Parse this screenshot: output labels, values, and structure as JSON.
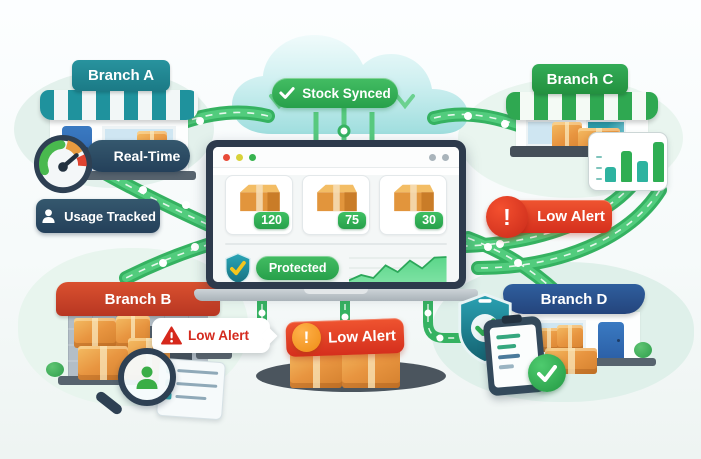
{
  "icons": {
    "exclamation": "!"
  },
  "cloud": {
    "badge": {
      "label": "Stock Synced"
    }
  },
  "laptop": {
    "traffic_lights": [
      "#e84b38",
      "#d8d23a",
      "#37b34f"
    ],
    "cards": [
      {
        "count": "120"
      },
      {
        "count": "75"
      },
      {
        "count": "30"
      }
    ],
    "protected": {
      "label": "Protected"
    },
    "area_chart": {
      "type": "area",
      "values": [
        12,
        30,
        20,
        62,
        40,
        78,
        52,
        88,
        90
      ],
      "color": "#4ecf7f"
    }
  },
  "branches": {
    "a": {
      "label": "Branch A",
      "badges": {
        "real_time": "Real-Time",
        "usage_tracked": "Usage Tracked"
      }
    },
    "b": {
      "label": "Branch B",
      "alert": "Low Alert"
    },
    "c": {
      "label": "Branch C",
      "alert": "Low Alert",
      "chart": {
        "type": "bar",
        "values": [
          30,
          62,
          42,
          80
        ],
        "colors": [
          "#2eb3a0",
          "#2fae53",
          "#2eb3a0",
          "#2fae53"
        ]
      }
    },
    "d": {
      "label": "Branch D"
    }
  },
  "center_alert": {
    "label": "Low Alert"
  },
  "colors": {
    "accent_green": "#35b261",
    "alert_red": "#e23a27",
    "navy_badge": "#2c4861",
    "teal_branding": "#20929d",
    "branch_b_red": "#cc4129",
    "branch_c_green": "#2fa851",
    "branch_d_blue": "#27497e"
  }
}
